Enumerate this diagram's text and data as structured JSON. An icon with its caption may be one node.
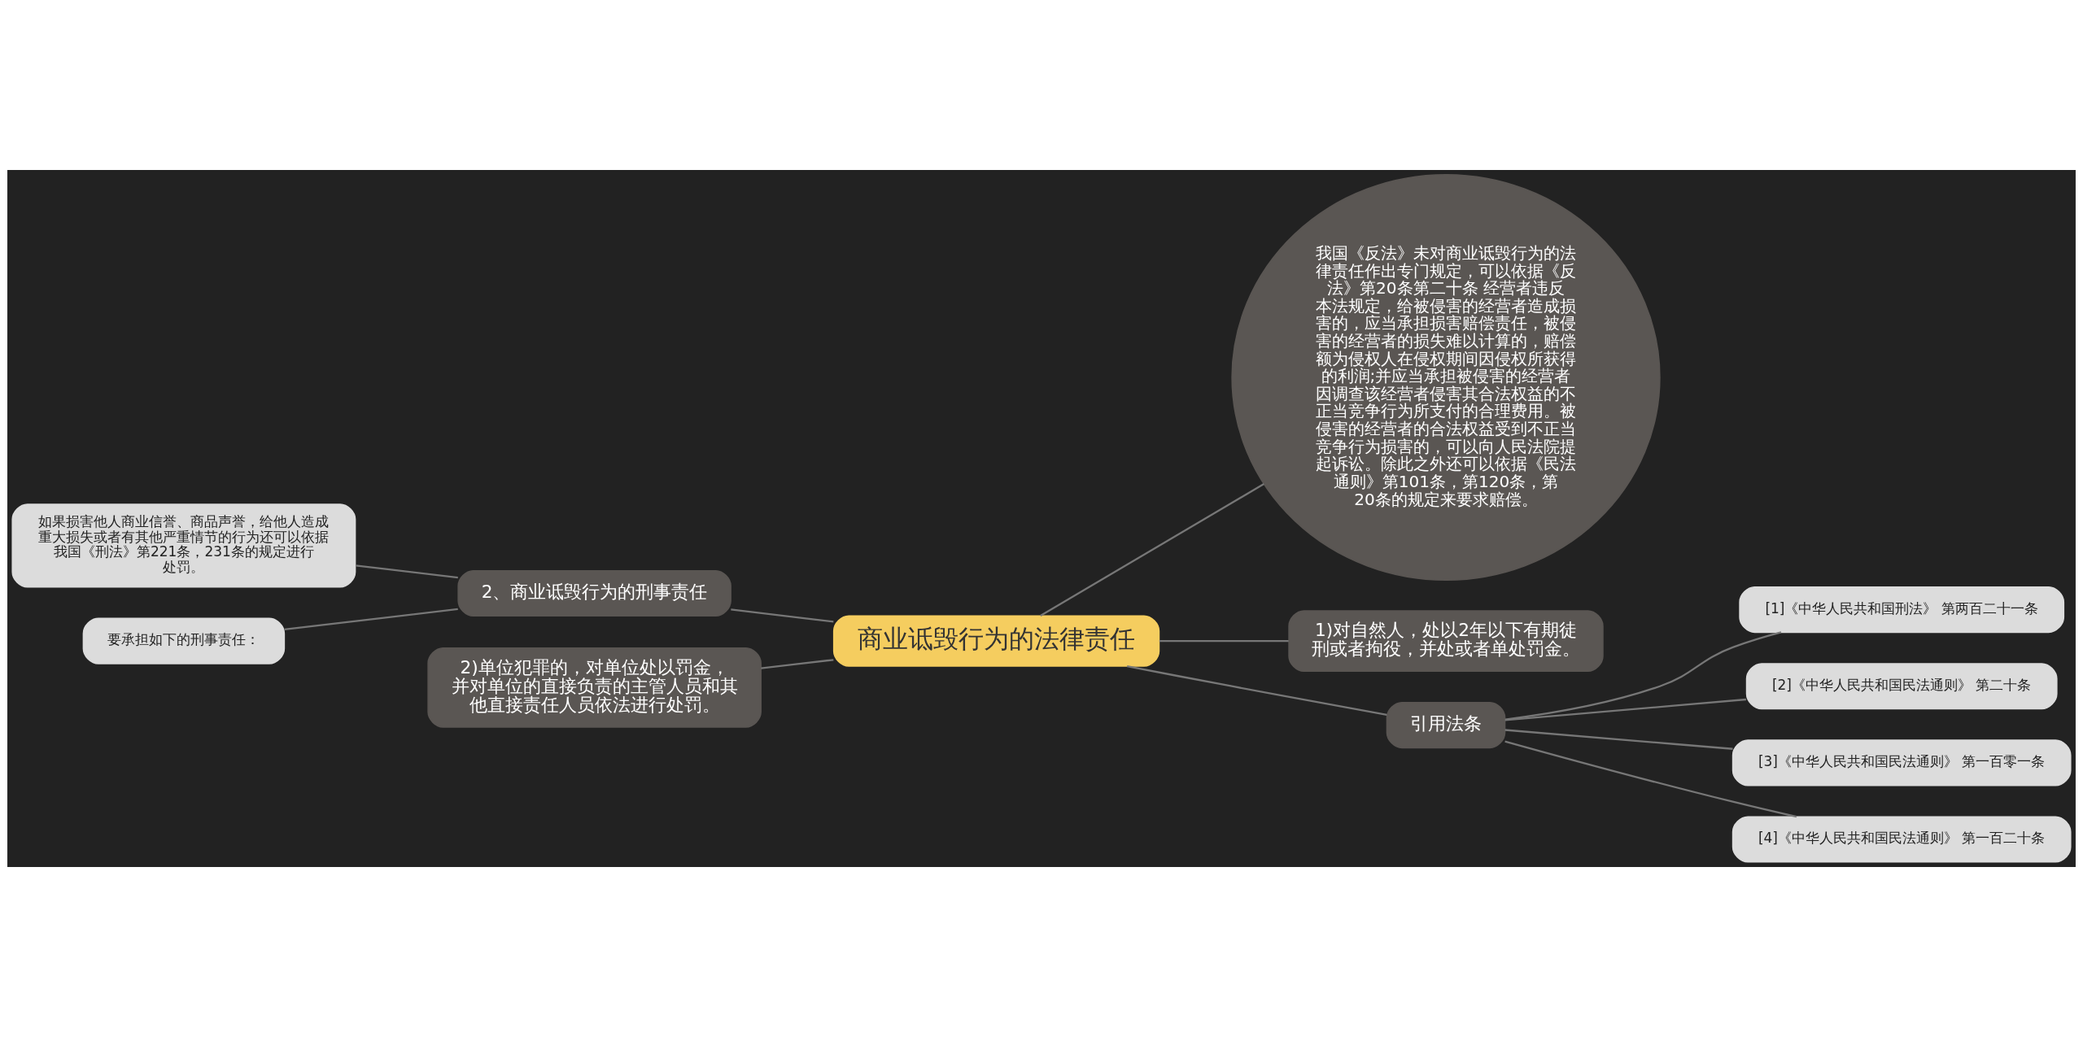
{
  "diagram": {
    "nodes": [
      {
        "text": [
          "商业诋毁行为的法律责任"
        ]
      },
      {
        "text": [
          "我国《反法》未对商业诋毁行为的法律责任作出专门规定，可以依据《反法》第20条第二十条 经营者违反本法规定，给被侵害的经营者造成损害的，应当承担损害赔偿责任，被侵害的经营者的损失难以计算的，赔偿额为侵权人在侵权期间因侵权所获得的利润;并应当承担被侵害的经营者因调查该经营者侵害其合法权益的不正当竞争行为所支付的合理费用。被侵害的经营者的合法权益受到不正当竞争行为损害的，可以向人民法院提起诉讼。除此之外还可以依据《民法通则》第101条，第120条，第20条的规定来要求赔偿。"
        ]
      },
      {
        "text": [
          "1)对自然人，处以2年以下有期徒刑或者拘役，并处或者单处罚金。"
        ]
      },
      {
        "text": [
          "引用法条"
        ]
      },
      {
        "text": [
          "[1]《中华人民共和国刑法》 第两百二十一条"
        ]
      },
      {
        "text": [
          "[2]《中华人民共和国民法通则》 第二十条"
        ]
      },
      {
        "text": [
          "[3]《中华人民共和国民法通则》 第一百零一条"
        ]
      },
      {
        "text": [
          "[4]《中华人民共和国民法通则》 第一百二十条"
        ]
      },
      {
        "text": [
          "2、商业诋毁行为的刑事责任"
        ]
      },
      {
        "text": [
          "如果损害他人商业信誉、商品声誉，给他人造成重大损失或者有其他严重情节的行为还可以依据我国《刑法》第221条，231条的规定进行处罚。"
        ]
      },
      {
        "text": [
          "要承担如下的刑事责任："
        ]
      },
      {
        "text": [
          "2)单位犯罪的，对单位处以罚金，并对单位的直接负责的主管人员和其他直接责任人员依法进行处罚。"
        ]
      }
    ],
    "edges": [
      {
        "from": 0,
        "to": 1,
        "arrow": "none"
      },
      {
        "from": 0,
        "to": 2,
        "arrow": "none"
      },
      {
        "from": 0,
        "to": 3,
        "arrow": "none"
      },
      {
        "from": 3,
        "to": 4,
        "arrow": "none"
      },
      {
        "from": 3,
        "to": 5,
        "arrow": "none"
      },
      {
        "from": 3,
        "to": 6,
        "arrow": "none"
      },
      {
        "from": 3,
        "to": 7,
        "arrow": "none"
      },
      {
        "from": 0,
        "to": 8,
        "arrow": "none"
      },
      {
        "from": 8,
        "to": 9,
        "arrow": "none"
      },
      {
        "from": 8,
        "to": 10,
        "arrow": "none"
      },
      {
        "from": 0,
        "to": 11,
        "arrow": "none"
      }
    ]
  }
}
